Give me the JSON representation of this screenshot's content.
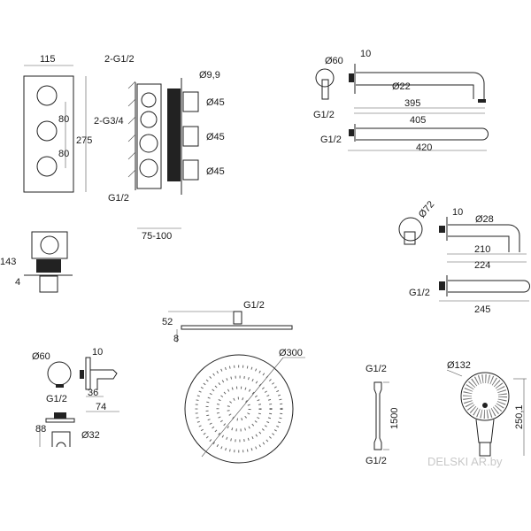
{
  "mixer_front": {
    "width": "115",
    "spacing_1": "80",
    "spacing_2": "80",
    "height": "275"
  },
  "mixer_side": {
    "outlets": "2-G1/2",
    "stem": "Ø9,9",
    "knob_1": "Ø45",
    "knob_2": "Ø45",
    "knob_3": "Ø45",
    "inlets": "2-G3/4",
    "bottom_connection": "G1/2",
    "depth": "75-100"
  },
  "mixer_bottom": {
    "height": "143",
    "plate": "4"
  },
  "shower_arm": {
    "flange": "Ø60",
    "flange_thickness": "10",
    "tube": "Ø22",
    "length_inner": "395",
    "length_outer": "405",
    "thread": "G1/2",
    "alt_thread": "G1/2",
    "alt_length": "420"
  },
  "spout": {
    "flange": "Ø72",
    "flange_thickness": "10",
    "tube": "Ø28",
    "length_inner": "210",
    "length_outer": "224",
    "thread": "G1/2",
    "alt_length": "245"
  },
  "head_shower": {
    "connection": "G1/2",
    "height": "52",
    "thickness": "8",
    "diameter": "Ø300"
  },
  "wall_outlet": {
    "flange": "Ø60",
    "thickness": "10",
    "depth": "36",
    "length": "74",
    "thread": "G1/2",
    "holder_height": "88",
    "holder_diameter": "Ø32"
  },
  "hose": {
    "top": "G1/2",
    "length": "1500",
    "bottom": "G1/2"
  },
  "hand_shower": {
    "diameter": "Ø132",
    "length": "250,1"
  },
  "watermark": "DELSKI AR.by"
}
